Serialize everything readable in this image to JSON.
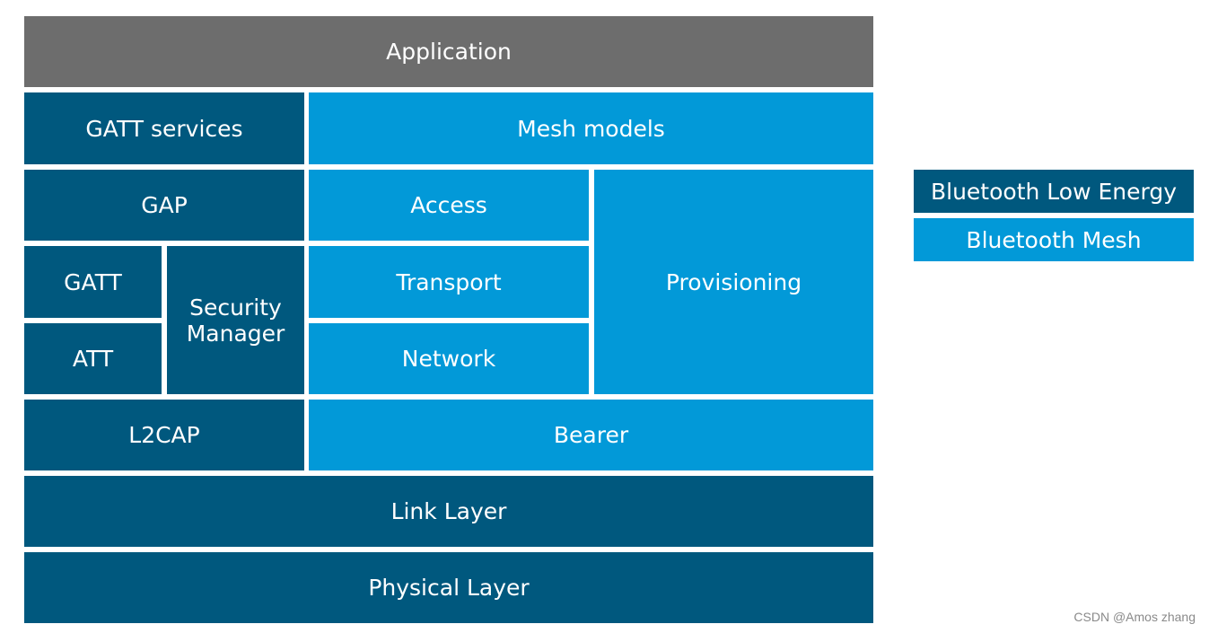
{
  "layers": {
    "application": "Application",
    "gatt_services": "GATT services",
    "mesh_models": "Mesh models",
    "gap": "GAP",
    "access": "Access",
    "provisioning": "Provisioning",
    "gatt": "GATT",
    "security_manager_line1": "Security",
    "security_manager_line2": "Manager",
    "transport": "Transport",
    "att": "ATT",
    "network": "Network",
    "l2cap": "L2CAP",
    "bearer": "Bearer",
    "link_layer": "Link Layer",
    "physical_layer": "Physical Layer"
  },
  "legend": {
    "ble": "Bluetooth Low Energy",
    "mesh": "Bluetooth Mesh"
  },
  "colors": {
    "application": "#6d6d6d",
    "ble": "#00587e",
    "mesh": "#0299d8"
  },
  "watermark": "CSDN @Amos zhang"
}
